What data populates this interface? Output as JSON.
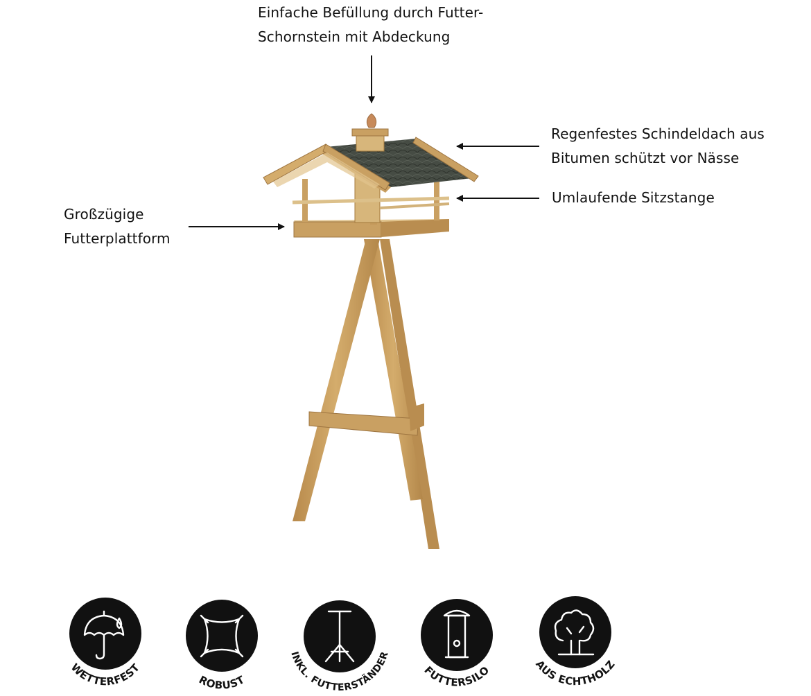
{
  "annotations": {
    "chimney": {
      "line1": "Einfache Befüllung durch Futter-",
      "line2": "Schornstein mit Abdeckung"
    },
    "roof": {
      "line1": "Regenfestes Schindeldach aus",
      "line2": "Bitumen schützt vor Nässe"
    },
    "perch": {
      "line1": "Umlaufende Sitzstange"
    },
    "platform": {
      "line1": "Großzügige",
      "line2": "Futterplattform"
    }
  },
  "features": [
    {
      "label": "WETTERFEST",
      "icon": "umbrella-rain-icon"
    },
    {
      "label": "ROBUST",
      "icon": "robust-square-icon"
    },
    {
      "label": "INKL. FUTTERSTÄNDER",
      "icon": "feeder-stand-icon"
    },
    {
      "label": "FUTTERSILO",
      "icon": "feed-silo-icon"
    },
    {
      "label": "AUS ECHTHOLZ",
      "icon": "tree-icon"
    }
  ],
  "colors": {
    "wood": "#c9a062",
    "wood_dark": "#a47a3e",
    "wood_light": "#e2c48e",
    "roof_shingle": "#4a5048",
    "icon_badge": "#111111"
  }
}
